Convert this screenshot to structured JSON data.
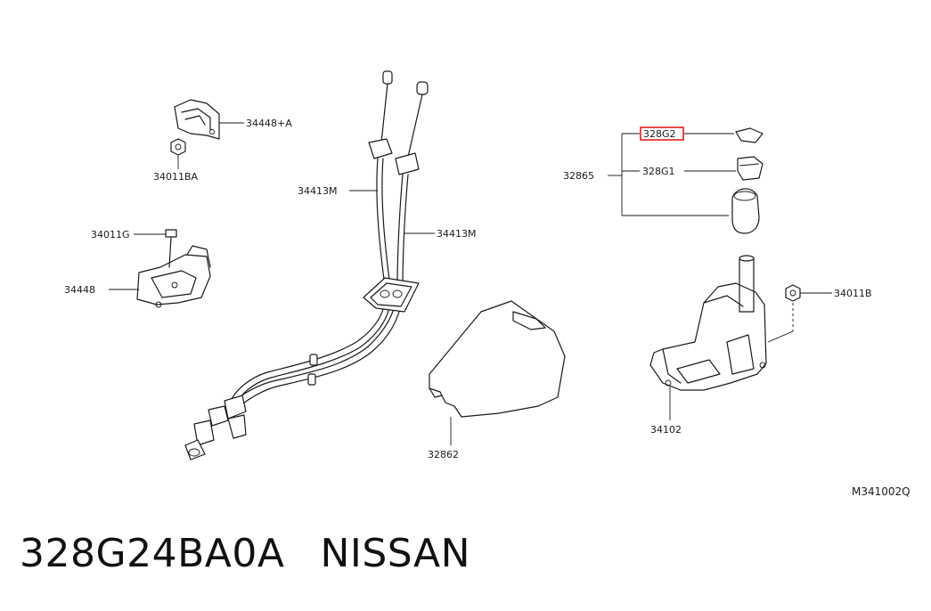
{
  "diagram": {
    "code": "M341002Q",
    "highlight_color": "#e02020",
    "labels": {
      "p34448A": "34448+A",
      "p34011BA": "34011BA",
      "p34413M_a": "34413M",
      "p34413M_b": "34413M",
      "p34011G": "34011G",
      "p34448": "34448",
      "p32865": "32865",
      "p328G1": "328G1",
      "p34011B": "34011B",
      "p34102": "34102",
      "p32862": "32862"
    },
    "highlighted_part": {
      "label": "328G2"
    }
  },
  "caption": {
    "part_number": "328G24BA0A",
    "brand": "NISSAN"
  }
}
